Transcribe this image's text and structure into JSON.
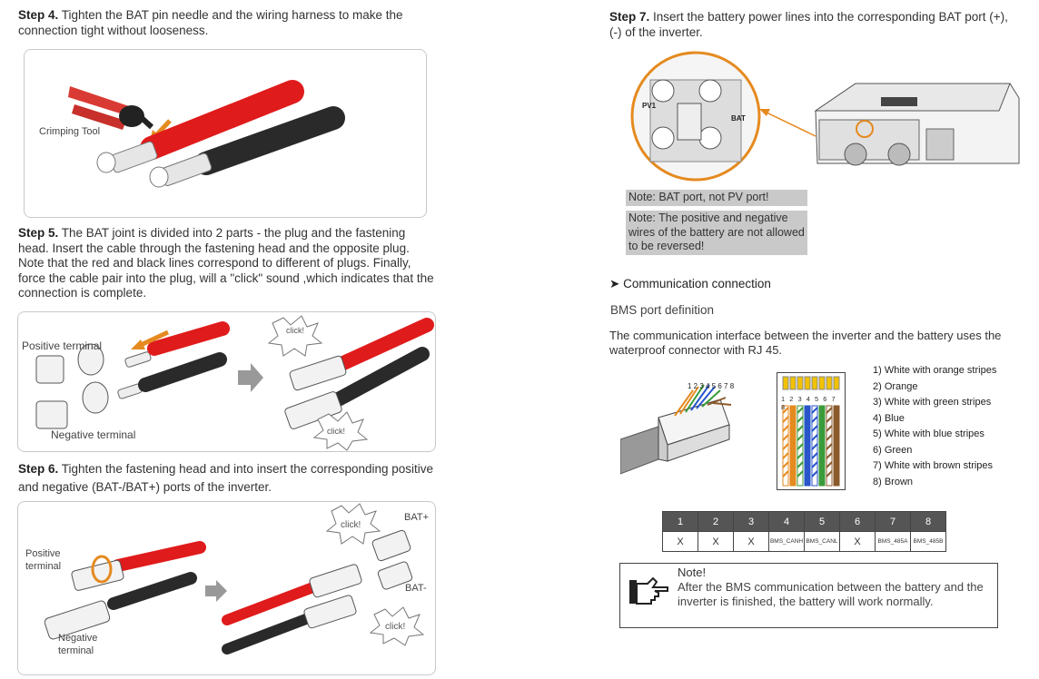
{
  "step4": {
    "num": "Step 4.",
    "text": "Tighten the BAT pin needle and the wiring harness to make the  connection tight without looseness.",
    "crimping_label": "Crimping Tool"
  },
  "step5": {
    "num": "Step 5.",
    "text": "The BAT joint is divided into 2 parts - the plug and the fastening head. Insert the cable through the fastening head and the opposite plug. Note that the red and black lines correspond to different of plugs. Finally, force the cable pair into the plug, will a  \"click\" sound ,which indicates that the connection is complete.",
    "positive_label": "Positive terminal",
    "negative_label": "Negative terminal",
    "click_label": "click!"
  },
  "step6": {
    "num": "Step 6.",
    "text": "Tighten the fastening head and into insert the corresponding positive and negative (BAT-/BAT+) ports of the inverter.",
    "positive_label": "Positive terminal",
    "negative_label": "Negative terminal",
    "bat_plus": "BAT+",
    "bat_minus": "BAT-",
    "click_label": "click!"
  },
  "step7": {
    "num": "Step 7.",
    "text": "Insert the battery power lines into the corresponding BAT port (+),  (-) of the inverter.",
    "pv_label": "PV1",
    "bat_label": "BAT"
  },
  "notes": {
    "note1": "Note: BAT port, not PV port!",
    "note2": "Note: The positive and negative wires of the battery are not allowed to be reversed!"
  },
  "comm": {
    "heading": "Communication connection",
    "subheading": "BMS port definition",
    "desc": "The communication interface between the inverter and the battery uses the waterproof connector with RJ 45."
  },
  "rj45": {
    "pin_numbers": "1 2 3 4 5 6 7 8"
  },
  "wire_colors": [
    "1) White with orange stripes",
    "2) Orange",
    "3) White with green stripes",
    "4) Blue",
    "5) White with blue stripes",
    "6) Green",
    "7) White with brown stripes",
    "8) Brown"
  ],
  "pin_table": {
    "headers": [
      "1",
      "2",
      "3",
      "4",
      "5",
      "6",
      "7",
      "8"
    ],
    "values": [
      "X",
      "X",
      "X",
      "BMS_CANH",
      "BMS_CANL",
      "X",
      "BMS_485A",
      "BMS_485B"
    ]
  },
  "note_box": {
    "title": "Note!",
    "text": "After the BMS communication between the battery and the inverter is finished, the battery will work normally."
  }
}
